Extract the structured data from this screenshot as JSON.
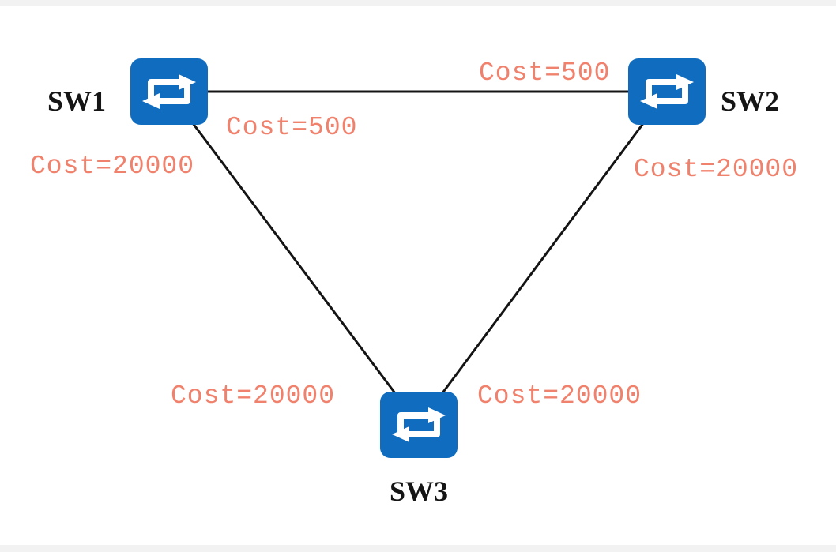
{
  "diagram_type": "network-topology",
  "nodes": [
    {
      "id": "SW1",
      "label": "SW1"
    },
    {
      "id": "SW2",
      "label": "SW2"
    },
    {
      "id": "SW3",
      "label": "SW3"
    }
  ],
  "links": [
    {
      "from": "SW1",
      "to": "SW2",
      "cost_at_SW1": "Cost=500",
      "cost_at_SW2": "Cost=500"
    },
    {
      "from": "SW1",
      "to": "SW3",
      "cost_at_SW1": "Cost=20000",
      "cost_at_SW3": "Cost=20000"
    },
    {
      "from": "SW2",
      "to": "SW3",
      "cost_at_SW2": "Cost=20000",
      "cost_at_SW3": "Cost=20000"
    }
  ],
  "icons": {
    "switch": "exchange-arrows-switch-icon"
  },
  "colors": {
    "switch_blue": "#0f6cbe",
    "cost_text": "#f0826d",
    "link_line": "#141414",
    "background": "#ffffff"
  }
}
